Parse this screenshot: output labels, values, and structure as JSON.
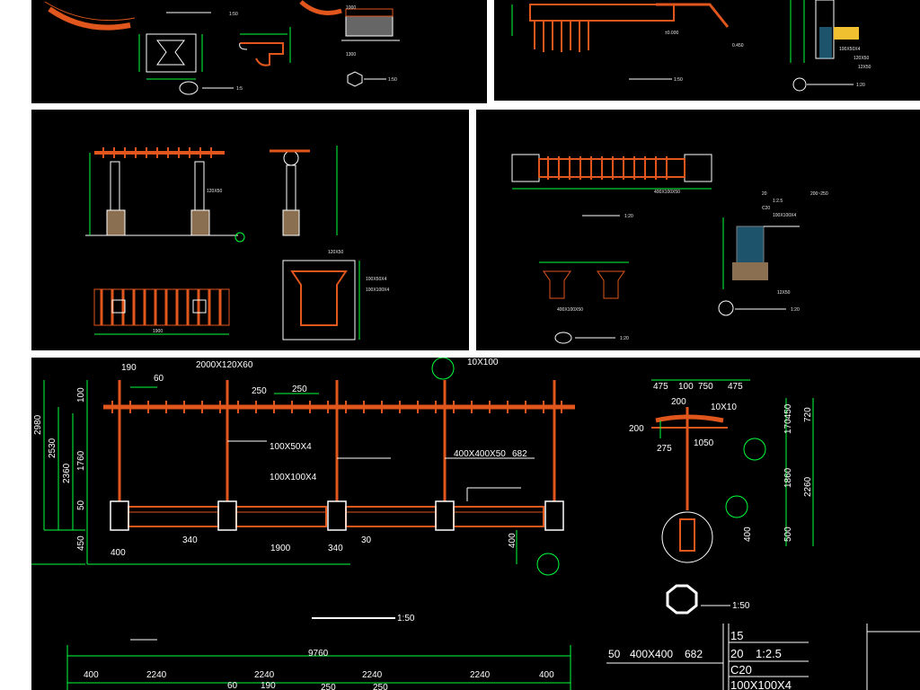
{
  "colors": {
    "background": "#000000",
    "timber": "#e0561c",
    "dimension": "#00ff3c",
    "text": "#ffffff",
    "frame": "#3ba7d6",
    "concrete": "#f0c030"
  },
  "top_left": {
    "scale_1": "1:50",
    "scale_2": "1:5",
    "scale_3": "1:50",
    "dim_a": "1300",
    "dim_b": "1000"
  },
  "top_right": {
    "scale_1": "1:50",
    "scale_2": "1:20",
    "level_1": "±0.000",
    "level_2": "0.450",
    "note_1": "100X50X4",
    "note_2": "120X50",
    "note_3": "12X50"
  },
  "mid_left": {
    "dim_a": "120X50",
    "dim_b": "100X50X4",
    "dim_c": "100X100X4",
    "dim_d": "1900"
  },
  "mid_right": {
    "scale_1": "1:20",
    "scale_2": "1:20",
    "scale_3": "1:20",
    "note_a": "400X100X50",
    "spec_1": "20",
    "spec_2": "1:2.5",
    "spec_3": "C20",
    "spec_4": "100X100X4",
    "spec_5": "200~250",
    "spec_6": "12X50"
  },
  "elevation": {
    "top_beam": "2000X120X60",
    "dim_190": "190",
    "dim_60": "60",
    "dim_250a": "250",
    "dim_250b": "250",
    "h_2980": "2980",
    "h_2530": "2530",
    "h_2360": "2360",
    "h_100": "100",
    "h_1760": "1760",
    "h_50": "50",
    "h_450": "450",
    "purlin": "100X50X4",
    "post": "100X100X4",
    "base": "400X400X50",
    "base_682": "682",
    "w_400": "400",
    "w_340a": "340",
    "w_1900": "1900",
    "w_340b": "340",
    "w_30": "30",
    "h_400": "400",
    "tag_10x100": "10X100"
  },
  "section": {
    "w_475a": "475",
    "w_100": "100",
    "w_750": "750",
    "w_475b": "475",
    "d_200": "200",
    "d_10x10": "10X10",
    "d_275": "275",
    "d_1050": "1050",
    "h_170450": "170450",
    "h_720": "720",
    "h_1860": "1860",
    "h_2260": "2260",
    "h_400": "400",
    "h_500": "500",
    "scale": "1:50"
  },
  "plan": {
    "total": "9760",
    "w_400a": "400",
    "w_2240a": "2240",
    "w_2240b": "2240",
    "w_2240c": "2240",
    "w_2240d": "2240",
    "w_400b": "400",
    "d_60": "60",
    "d_190": "190",
    "d_250a": "250",
    "d_250b": "250",
    "scale": "1:50"
  },
  "spec_table": {
    "row_a": "50",
    "row_b": "400X400",
    "row_c": "682",
    "r1": "15",
    "r2a": "20",
    "r2b": "1:2.5",
    "r3": "C20",
    "r4": "100X100X4"
  }
}
